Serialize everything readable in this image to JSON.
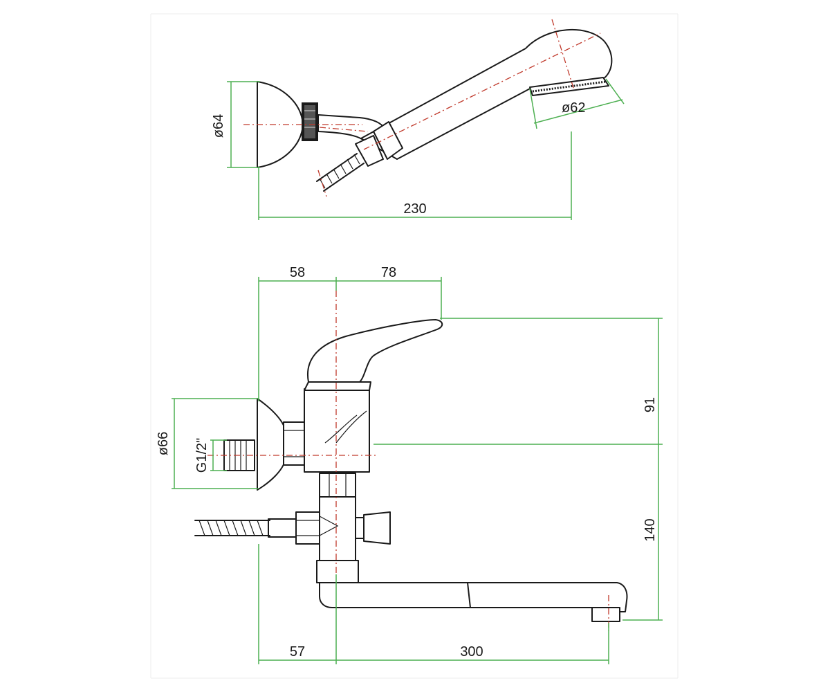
{
  "colors": {
    "dimension": "#4caf50",
    "centerline": "#c0392b",
    "outline": "#1a1a1a"
  },
  "top_view": {
    "dim_holder_diameter": "ø64",
    "dim_head_diameter": "ø62",
    "dim_length": "230"
  },
  "side_view": {
    "dim_left_offset": "58",
    "dim_lever_offset": "78",
    "dim_height_upper": "91",
    "dim_height_lower": "140",
    "dim_flange_diameter": "ø66",
    "dim_thread": "G1/2\"",
    "dim_bottom_left": "57",
    "dim_spout_length": "300"
  }
}
